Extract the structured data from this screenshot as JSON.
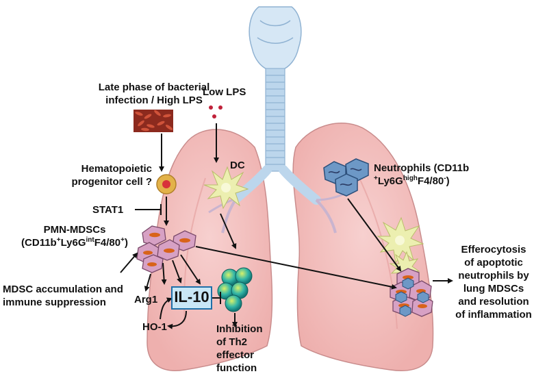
{
  "labels": {
    "late_phase": "Late phase of bacterial infection / High LPS",
    "late_phase_line1": "Late phase of bacterial",
    "late_phase_line2": "infection / High LPS",
    "low_lps": "Low LPS",
    "hpc_line1": "Hematopoietic",
    "hpc_line2": "progenitor cell ?",
    "dc": "DC",
    "neutrophils_line1": "Neutrophils (CD11b",
    "neutrophils_line2_a": "+",
    "neutrophils_line2_b": "Ly6G",
    "neutrophils_line2_c": "high",
    "neutrophils_line2_d": "F4/80",
    "neutrophils_line2_e": "-",
    "neutrophils_line2_f": ")",
    "stat1": "STAT1",
    "pmn_line1": "PMN-MDSCs",
    "pmn_line2_a": "(CD11b",
    "pmn_line2_b": "+",
    "pmn_line2_c": "Ly6G",
    "pmn_line2_d": "int",
    "pmn_line2_e": "F4/80",
    "pmn_line2_f": "+",
    "pmn_line2_g": ")",
    "mdsc_acc_line1": "MDSC accumulation and",
    "mdsc_acc_line2": "immune suppression",
    "arg1": "Arg1",
    "il10": "IL-10",
    "ho1": "HO-1",
    "inhibition_line1": "Inhibition",
    "inhibition_line2": "of Th2",
    "inhibition_line3": "effector",
    "inhibition_line4": "function",
    "effero_line1": "Efferocytosis",
    "effero_line2": "of apoptotic",
    "effero_line3": "neutrophils by",
    "effero_line4": "lung MDSCs",
    "effero_line5": "and resolution",
    "effero_line6": "of inflammation"
  },
  "colors": {
    "lung_fill": "#f4c2c0",
    "lung_edge": "#c98c8c",
    "trachea": "#b9d4ea",
    "bacteria": "#b13a2a",
    "lps_dots": "#c0223a",
    "hpc_outer": "#e3b24a",
    "hpc_inner": "#d8323a",
    "dc_cell": "#ecefb0",
    "neutrophil_cell": "#6d98c6",
    "mdsc_cell": "#d7a1c4",
    "mdsc_nucleus": "#d8631a",
    "th2_cell": "#26b0a8",
    "il10_fill": "#c9e7f6",
    "arrow": "#111111"
  }
}
